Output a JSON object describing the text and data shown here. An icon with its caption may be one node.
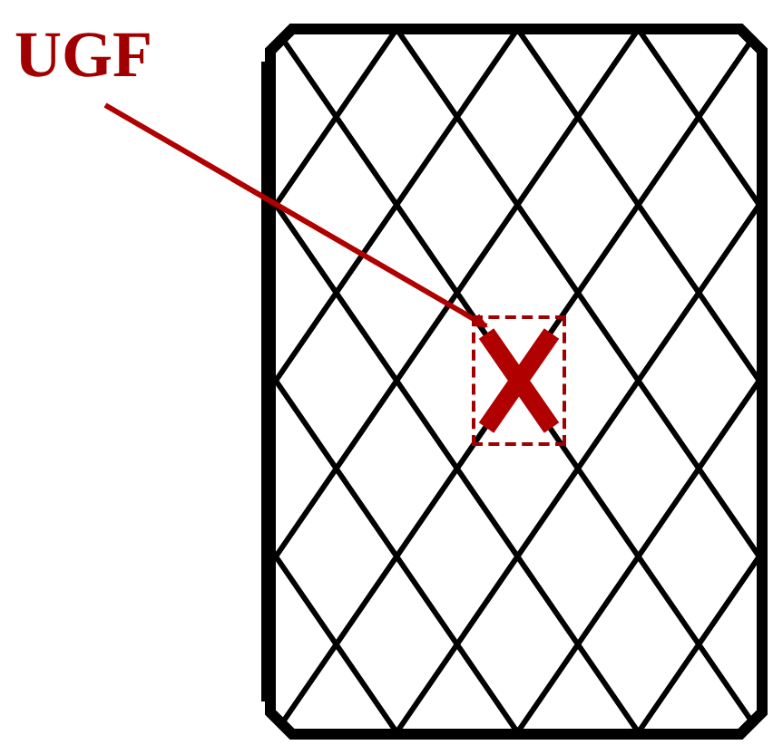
{
  "diagram": {
    "nodes": [
      {
        "text": [
          "UGF"
        ]
      },
      {
        "text": [],
        "shape": "box"
      }
    ],
    "edges": [
      {
        "from": 0,
        "to": 1,
        "arrow": "to"
      }
    ]
  }
}
